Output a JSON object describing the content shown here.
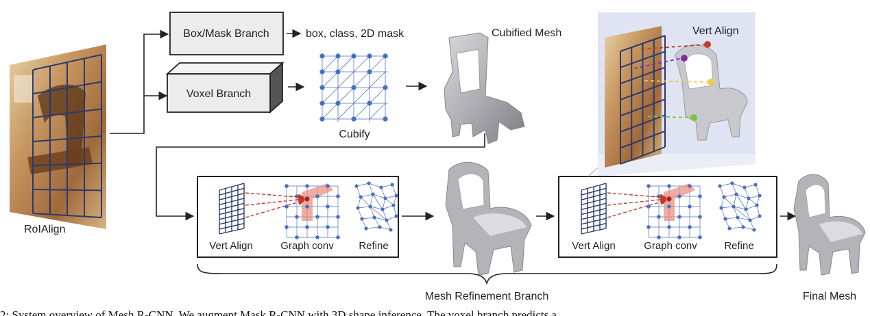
{
  "labels": {
    "roialign": "RoIAlign",
    "box_mask_branch": "Box/Mask Branch",
    "box_mask_outputs": "box, class, 2D mask",
    "voxel_branch": "Voxel Branch",
    "cubify": "Cubify",
    "cubified_mesh": "Cubified Mesh",
    "vert_align_zoom": "Vert Align",
    "stage1_vert_align": "Vert Align",
    "stage1_graph_conv": "Graph conv",
    "stage1_refine": "Refine",
    "stage2_vert_align": "Vert Align",
    "stage2_graph_conv": "Graph conv",
    "stage2_refine": "Refine",
    "mesh_refinement_branch": "Mesh Refinement Branch",
    "final_mesh": "Final Mesh"
  },
  "caption": "2: System overview of Mesh R-CNN. We augment Mask R-CNN with 3D shape inference. The voxel branch predicts a",
  "colors": {
    "grid_navy": "#2b3a6b",
    "node_blue": "#4a6fc0",
    "mesh_gray": "#a9a9ad",
    "highlight": "#e88a7a",
    "zoom_panel": "#dfe3f2",
    "arrow_red": "#c0392b",
    "arrow_purple": "#7b2f9e",
    "arrow_yellow": "#f2c94c",
    "arrow_green": "#7dc442"
  }
}
